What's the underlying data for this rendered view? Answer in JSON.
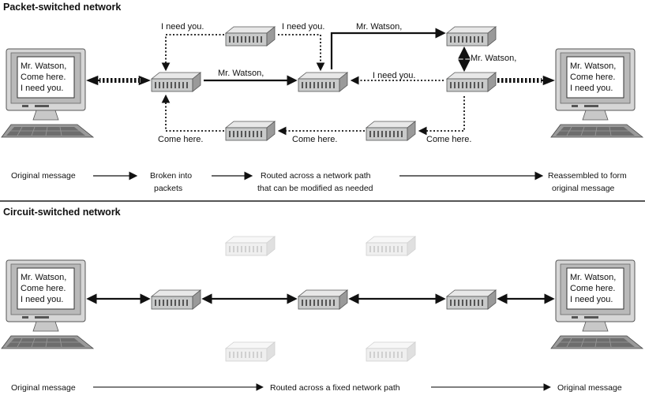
{
  "packet": {
    "title": "Packet-switched network",
    "screen_left": [
      "Mr. Watson,",
      "Come here.",
      "I need you."
    ],
    "screen_right": [
      "Mr. Watson,",
      "Come here.",
      "I need you."
    ],
    "labels": {
      "need_top_left": "I need you.",
      "need_top_mid": "I need you.",
      "watson_top": "Mr. Watson,",
      "watson_mid": "Mr. Watson,",
      "watson_right": "Mr. Watson,",
      "need_mid": "I need you.",
      "come_left": "Come here.",
      "come_mid": "Come here.",
      "come_right": "Come here."
    },
    "stages": {
      "original": "Original message",
      "broken_1": "Broken into",
      "broken_2": "packets",
      "routed_1": "Routed across a network path",
      "routed_2": "that can be modified as needed",
      "reassembled_1": "Reassembled to form",
      "reassembled_2": "original message"
    }
  },
  "circuit": {
    "title": "Circuit-switched network",
    "screen_left": [
      "Mr. Watson,",
      "Come here.",
      "I need you."
    ],
    "screen_right": [
      "Mr. Watson,",
      "Come here.",
      "I need you."
    ],
    "stages": {
      "original": "Original message",
      "routed": "Routed across a fixed network path",
      "final": "Original message"
    }
  },
  "colors": {
    "monitor_body": "#d9d9d9",
    "monitor_dark": "#7a7a7a",
    "router_body": "#cfd0d0",
    "router_faded": "#e4e4e4",
    "line": "#111111",
    "divider": "#555555"
  }
}
